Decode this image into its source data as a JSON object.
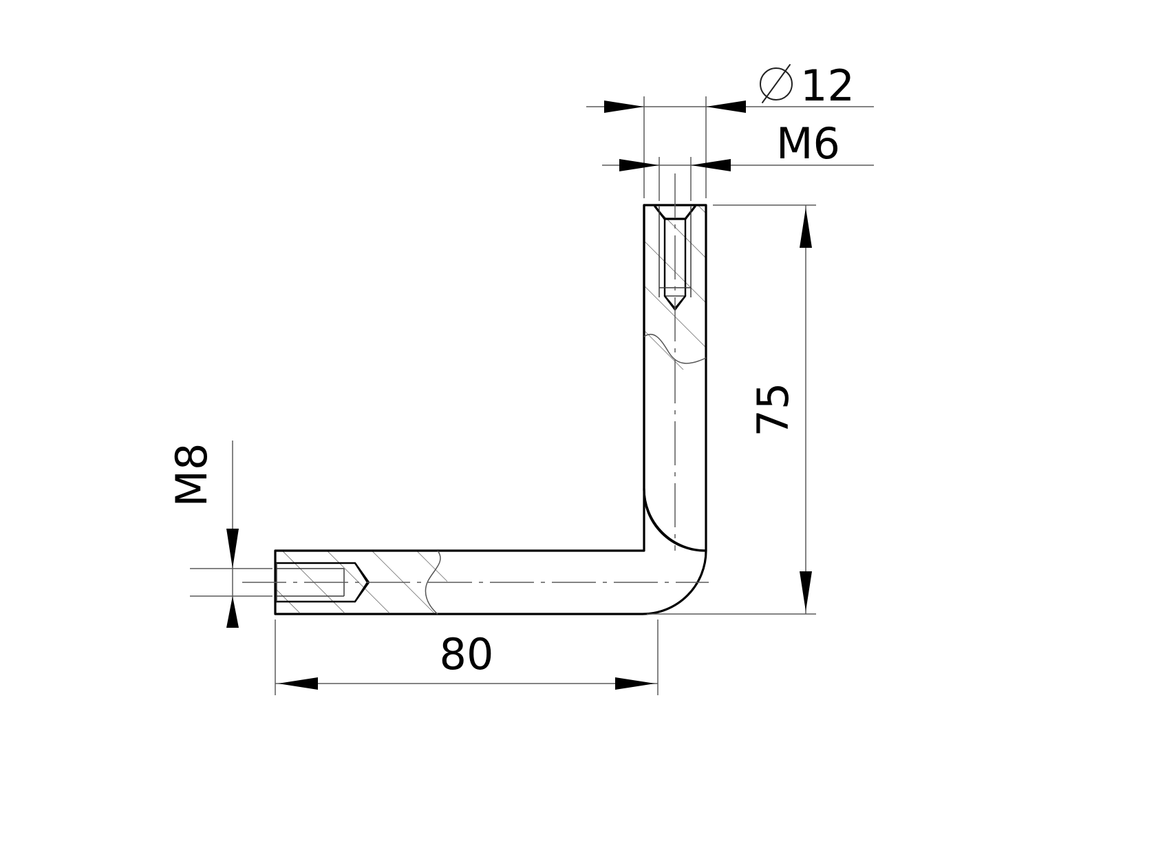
{
  "drawing": {
    "title": "L-shaped threaded bracket section view",
    "type": "engineering-section-drawing",
    "background_color": "#ffffff",
    "line_color": "#000000",
    "hatch_color": "#555555",
    "dimension_color": "#5a5a5a"
  },
  "dimensions": {
    "diameter": {
      "label": "12",
      "symbol": "⌀",
      "full_text": "⌀ 12",
      "orientation": "horizontal",
      "description": "outer diameter of vertical arm"
    },
    "thread_top": {
      "label": "M6",
      "orientation": "horizontal",
      "description": "tapped blind hole in top face of vertical arm"
    },
    "thread_left": {
      "label": "M8",
      "orientation": "vertical-rotated",
      "description": "tapped blind hole in left end face of horizontal arm"
    },
    "height": {
      "label": "75",
      "orientation": "vertical-rotated",
      "description": "overall height of vertical arm"
    },
    "length": {
      "label": "80",
      "orientation": "horizontal",
      "description": "overall length of horizontal arm"
    }
  },
  "symbols": {
    "diameter_symbol": "diameter-symbol",
    "arrowhead": "dimension-arrowhead"
  }
}
